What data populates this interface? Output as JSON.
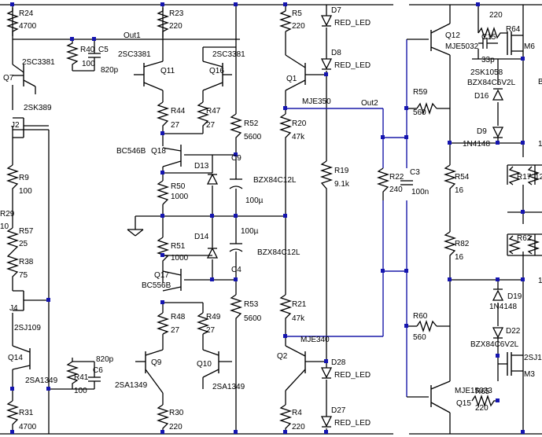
{
  "labels": {
    "R24": "R24",
    "R24v": "4700",
    "R23": "R23",
    "R23v": "220",
    "R5": "R5",
    "R5v": "220",
    "D7": "D7",
    "D7v": "RED_LED",
    "D8": "D8",
    "D8v": "RED_LED",
    "Out1": "Out1",
    "R40": "R40",
    "R40v": "100",
    "C5": "C5",
    "C5v": "820p",
    "Q7": "Q7",
    "Q7v": "2SC3381",
    "Q11": "Q11",
    "Q11v": "2SC3381",
    "Q16": "Q16",
    "Q16v": "2SC3381",
    "Q1": "Q1",
    "Q1v": "MJE350",
    "Q12": "Q12",
    "Q12v": "MJE5032",
    "R64": "R64",
    "R64v": "220",
    "C15": "C15",
    "C15v": "33p",
    "M6": "M6",
    "M6v": "2SK1058",
    "D16": "D16",
    "D16v": "BZX84C6V2L",
    "D9": "D9",
    "D9v": "1N4148",
    "J2": "J2",
    "J2v": "2SK389",
    "R44": "R44",
    "R44v": "27",
    "R47": "R47",
    "R47v": "27",
    "R52": "R52",
    "R52v": "5600",
    "R20": "R20",
    "R20v": "47k",
    "Out2": "Out2",
    "R59": "R59",
    "R59v": "560",
    "Q18": "Q18",
    "Q18v": "BC546B",
    "C9": "C9",
    "D13": "D13",
    "D13v": "BZX84C12L",
    "R9": "R9",
    "R9v": "100",
    "R50": "R50",
    "R50v": "1000",
    "C9v": "100µ",
    "R19": "R19",
    "R19v": "9.1k",
    "R22": "R22",
    "R22v": "240",
    "C3": "C3",
    "C3v": "100n",
    "R54": "R54",
    "R54v": "16",
    "R17": "R17",
    "R29": "R29",
    "R29v": "10",
    "R57": "R57",
    "R57v": "25",
    "D14": "D14",
    "D14v": "BZX84C12L",
    "C4v": "100µ",
    "C4": "C4",
    "R51": "R51",
    "R51v": "1000",
    "R38": "R38",
    "R38v": "75",
    "R82": "R82",
    "R82v": "16",
    "R62": "R62",
    "Q17": "Q17",
    "Q17v": "BC556B",
    "J4": "J4",
    "J4v": "2SJ109",
    "R53": "R53",
    "R53v": "5600",
    "R21": "R21",
    "R21v": "47k",
    "D19": "D19",
    "D19v": "1N4148",
    "R48": "R48",
    "R48v": "27",
    "R49": "R49",
    "R49v": "27",
    "R60": "R60",
    "R60v": "560",
    "D22": "D22",
    "D22v": "BZX84C6V2L",
    "Q2": "Q2",
    "Q2v": "MJE340",
    "Q14": "Q14",
    "Q14v": "2SA1349",
    "C6": "C6",
    "C6v": "820p",
    "R41": "R41",
    "R41v": "100",
    "Q9": "Q9",
    "Q9v": "2SA1349",
    "Q10": "Q10",
    "Q10v": "2SA1349",
    "D28": "D28",
    "D28v": "RED_LED",
    "M3": "M3",
    "Q15": "Q15",
    "Q15v": "MJE15033",
    "R65": "R65",
    "R65v": "220",
    "R31": "R31",
    "R31v": "4700",
    "R30": "R30",
    "R30v": "220",
    "R4": "R4",
    "R4v": "220",
    "D27": "D27",
    "D27v": "RED_LED",
    "M3p": "2SJ1",
    "edgeB": "B",
    "edge1": "1",
    "edge1b": "1",
    "edge12": "12"
  },
  "colors": {
    "wire": "#000000",
    "bus": "#1a1aa8",
    "junction": "#1515b0"
  }
}
